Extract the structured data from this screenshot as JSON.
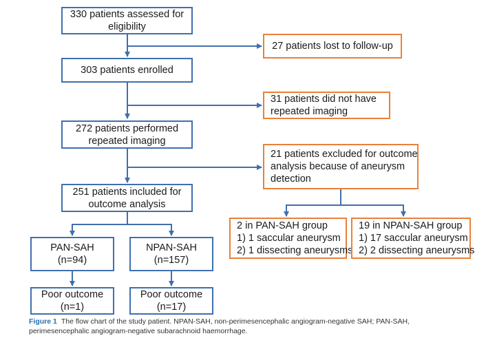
{
  "nodes": {
    "assessed": [
      "330 patients assessed for",
      "eligibility"
    ],
    "lost": [
      "27 patients lost to follow-up"
    ],
    "enrolled": [
      "303 patients enrolled"
    ],
    "no_repeat": [
      "31 patients did not have",
      "repeated imaging"
    ],
    "repeated": [
      "272 patients performed",
      "repeated imaging"
    ],
    "excluded": [
      "21 patients excluded for outcome",
      "analysis because of aneurysm",
      "detection"
    ],
    "included": [
      "251 patients included for",
      "outcome analysis"
    ],
    "pan_group": [
      "2 in PAN-SAH group",
      "1) 1 saccular aneurysm",
      "2) 1 dissecting aneurysms"
    ],
    "npan_group": [
      "19 in NPAN-SAH group",
      "1) 17 saccular aneurysm",
      "2) 2 dissecting aneurysms"
    ],
    "pan": [
      "PAN-SAH",
      "(n=94)"
    ],
    "npan": [
      "NPAN-SAH",
      "(n=157)"
    ],
    "pan_poor": [
      "Poor outcome",
      "(n=1)"
    ],
    "npan_poor": [
      "Poor outcome",
      "(n=17)"
    ]
  },
  "caption": {
    "label": "Figure 1",
    "text": "The flow chart of the study patient. NPAN-SAH, non-perimesencephalic angiogram-negative SAH; PAN-SAH, perimesencephalic angiogram-negative subarachnoid haemorrhage."
  },
  "colors": {
    "blue": "#3f6fae",
    "orange": "#e8803a",
    "caption_label": "#2a6fb0"
  }
}
